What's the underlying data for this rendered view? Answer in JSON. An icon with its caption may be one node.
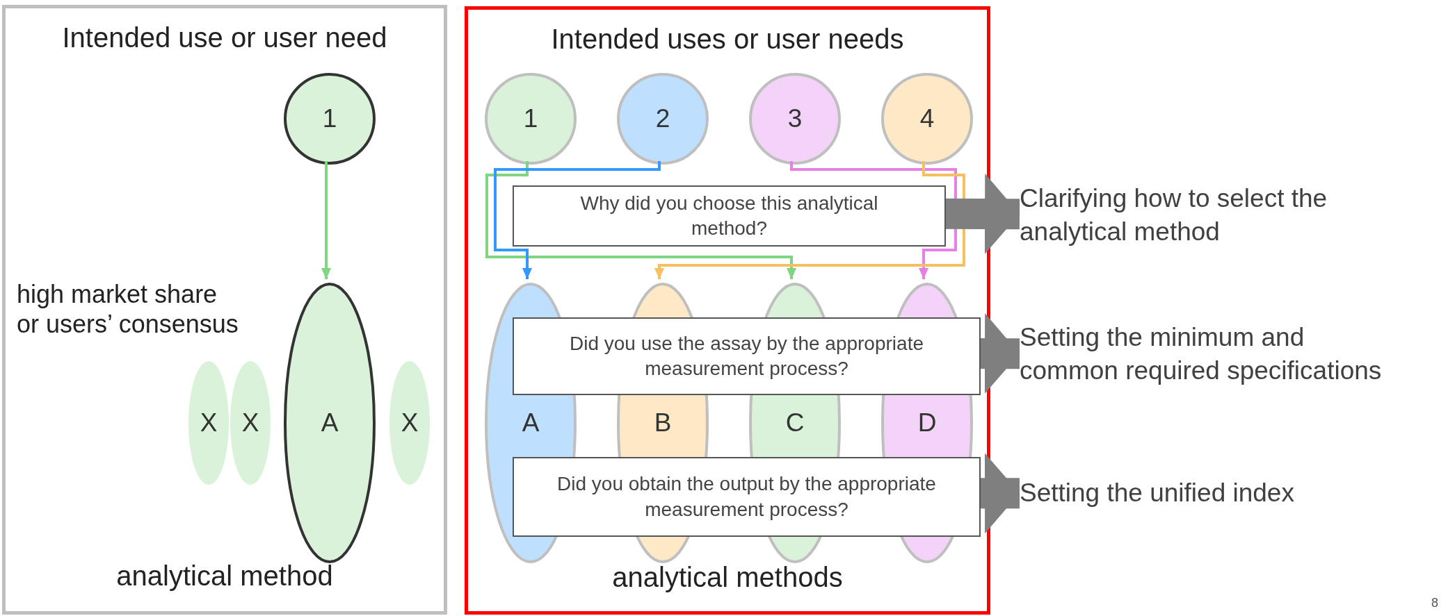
{
  "diagram": {
    "nodes": [
      {
        "text": [
          "Intended use or user need",
          "analytical method"
        ]
      },
      {
        "text": [
          "1"
        ],
        "in": 0
      },
      {
        "text": [
          "X"
        ],
        "in": 0
      },
      {
        "text": [
          "X"
        ],
        "in": 0
      },
      {
        "text": [
          "A"
        ],
        "in": 0,
        "beside": [
          "high market share or users’ consensus"
        ]
      },
      {
        "text": [
          "X"
        ],
        "in": 0
      },
      {
        "text": [
          "Intended uses or user needs",
          "analytical methods"
        ]
      },
      {
        "text": [
          "1"
        ],
        "in": 6
      },
      {
        "text": [
          "2"
        ],
        "in": 6
      },
      {
        "text": [
          "3"
        ],
        "in": 6
      },
      {
        "text": [
          "4"
        ],
        "in": 6
      },
      {
        "text": [
          "Why did you choose this analytical method?"
        ],
        "in": 6
      },
      {
        "text": [
          "A"
        ],
        "in": 6
      },
      {
        "text": [
          "B"
        ],
        "in": 6
      },
      {
        "text": [
          "C"
        ],
        "in": 6
      },
      {
        "text": [
          "D"
        ],
        "in": 6
      },
      {
        "text": [
          "Did you use the assay by the appropriate measurement process?"
        ],
        "in": 6
      },
      {
        "text": [
          "Did you obtain the output by the appropriate measurement process?"
        ],
        "in": 6
      },
      {
        "text": [
          "Clarifying how to select the analytical method"
        ]
      },
      {
        "text": [
          "Setting the minimum and common required specifications"
        ]
      },
      {
        "text": [
          "Setting the unified index"
        ]
      }
    ],
    "edges": [
      {
        "from": 1,
        "to": 4,
        "arrow": "to",
        "color": "#80d680"
      },
      {
        "from": 7,
        "to": 14,
        "arrow": "to",
        "color": "#80d680"
      },
      {
        "from": 8,
        "to": 12,
        "arrow": "to",
        "color": "#3399ff"
      },
      {
        "from": 9,
        "to": 15,
        "arrow": "to",
        "color": "#e680e6"
      },
      {
        "from": 10,
        "to": 13,
        "arrow": "to",
        "color": "#f5c060"
      },
      {
        "from": 11,
        "to": 18,
        "arrow": "to",
        "style": "thick",
        "color": "#7f7f7f"
      },
      {
        "from": 16,
        "to": 19,
        "arrow": "to",
        "style": "thick",
        "color": "#7f7f7f"
      },
      {
        "from": 17,
        "to": 20,
        "arrow": "to",
        "style": "thick",
        "color": "#7f7f7f"
      }
    ],
    "labels": [
      "8"
    ]
  }
}
